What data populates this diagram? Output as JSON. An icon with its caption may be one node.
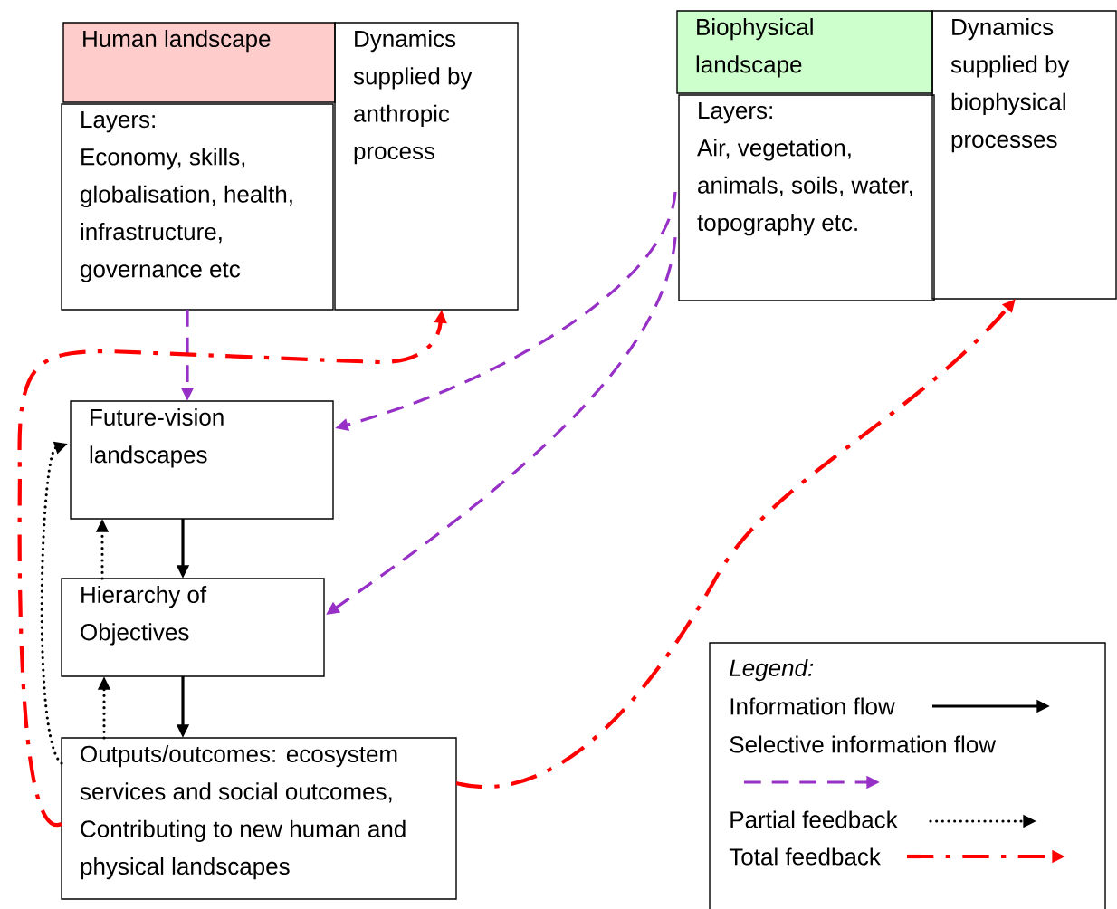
{
  "diagram": {
    "nodes": [
      {
        "text": [
          "Human landscape"
        ]
      },
      {
        "text": [
          "Layers:",
          "Economy, skills, globalisation, health, infrastructure, governance etc"
        ]
      },
      {
        "text": [
          "Dynamics supplied by anthropic process"
        ]
      },
      {
        "text": [
          "Biophysical landscape"
        ]
      },
      {
        "text": [
          "Layers:",
          "Air, vegetation, animals, soils, water, topography etc."
        ]
      },
      {
        "text": [
          "Dynamics supplied by biophysical processes"
        ]
      },
      {
        "text": [
          "Future-vision landscapes"
        ]
      },
      {
        "text": [
          "Hierarchy of Objectives"
        ]
      },
      {
        "text": [
          "Outputs/outcomes: ecosystem services and social outcomes, Contributing to new human and physical landscapes"
        ]
      }
    ],
    "edges": [
      {
        "from": 1,
        "to": 6,
        "arrow": "to",
        "style": "dashed",
        "color": "#7030a0"
      },
      {
        "from": 4,
        "to": 6,
        "arrow": "to",
        "style": "dashed",
        "color": "#7030a0"
      },
      {
        "from": 4,
        "to": 7,
        "arrow": "to",
        "style": "dashed",
        "color": "#7030a0"
      },
      {
        "from": 6,
        "to": 7,
        "arrow": "to"
      },
      {
        "from": 7,
        "to": 8,
        "arrow": "to"
      },
      {
        "from": 7,
        "to": 6,
        "arrow": "to",
        "style": "dashed"
      },
      {
        "from": 8,
        "to": 7,
        "arrow": "to",
        "style": "dashed"
      },
      {
        "from": 8,
        "to": 6,
        "arrow": "to",
        "style": "dashed"
      },
      {
        "from": 8,
        "to": 2,
        "arrow": "to",
        "style": "dashed",
        "color": "#ff0000"
      },
      {
        "from": 8,
        "to": 5,
        "arrow": "to",
        "style": "dashed",
        "color": "#ff0000"
      }
    ],
    "labels": [
      "Legend:"
    ],
    "legend": [
      {
        "text": "Information flow"
      },
      {
        "text": "Selective information flow"
      },
      {
        "text": "Partial feedback"
      },
      {
        "text": "Total feedback"
      }
    ]
  }
}
